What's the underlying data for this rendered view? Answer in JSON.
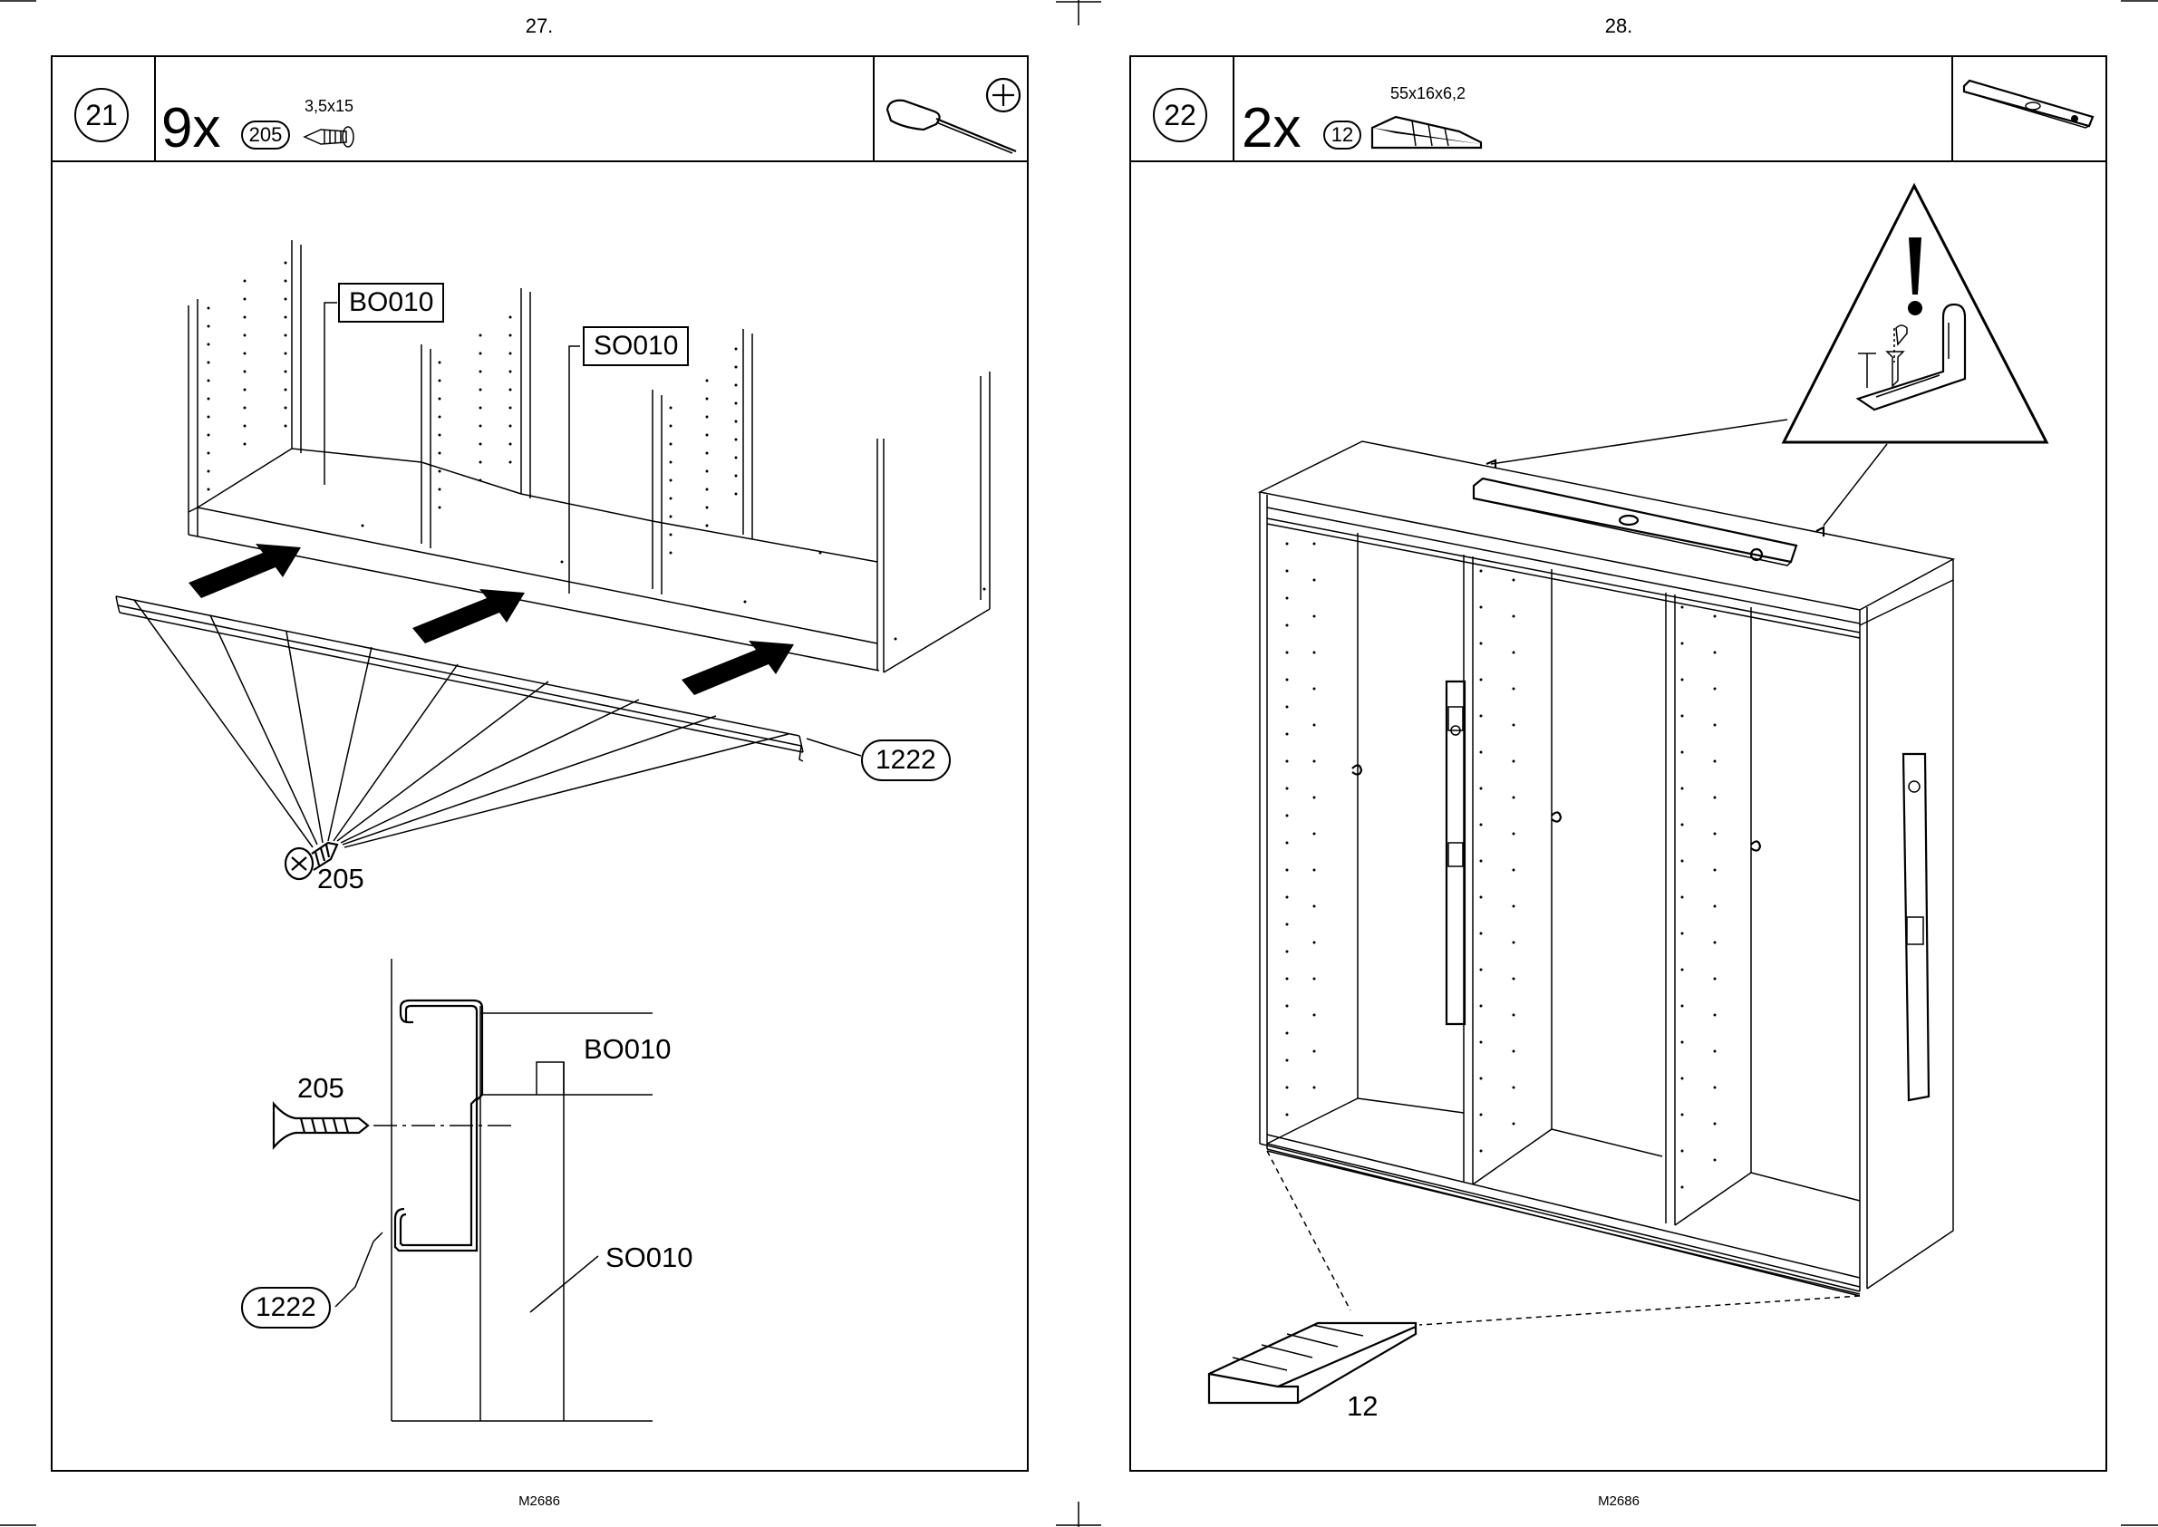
{
  "pages": [
    {
      "page_number": "27.",
      "footer": "M2686",
      "step": "21",
      "quantity": "9x",
      "part_id": "205",
      "part_spec": "3,5x15",
      "tool_icon": "screwdriver-icon",
      "labels": {
        "bo_top": "BO010",
        "so_top": "SO010",
        "rail_top": "1222",
        "screw_top": "205",
        "screw_detail": "205",
        "bo_detail": "BO010",
        "so_detail": "SO010",
        "rail_detail": "1222"
      }
    },
    {
      "page_number": "28.",
      "footer": "M2686",
      "step": "22",
      "quantity": "2x",
      "part_id": "12",
      "part_spec": "55x16x6,2",
      "tool_icon": "spirit-level-icon",
      "warning_icon": "warning-triangle-icon",
      "labels": {
        "wedge": "12"
      }
    }
  ]
}
